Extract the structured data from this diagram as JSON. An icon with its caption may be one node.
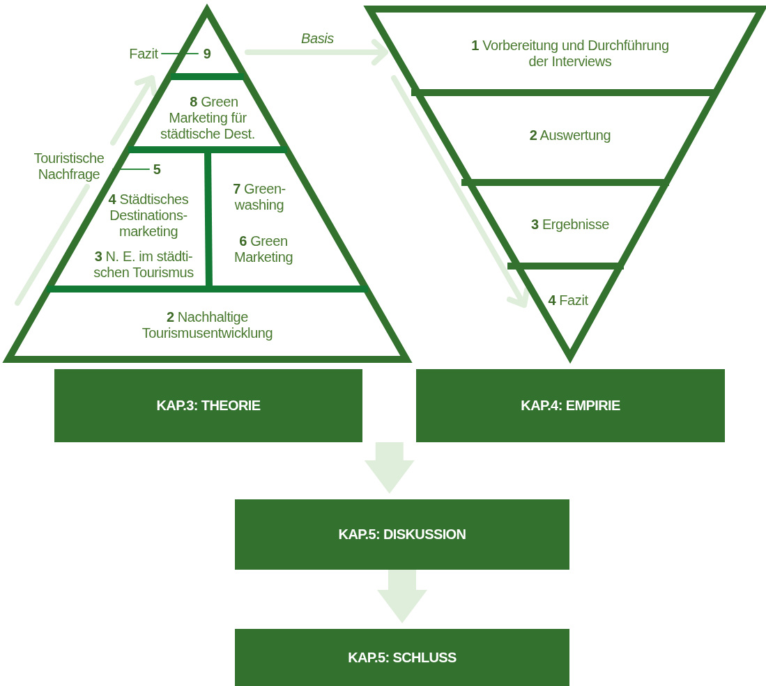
{
  "diagram": {
    "nodes": [
      {
        "text": [],
        "shape": "triangle"
      },
      {
        "text": [
          "**9**"
        ],
        "in": 0
      },
      {
        "text": [
          "**8** Green Marketing für städtische Dest."
        ],
        "in": 0
      },
      {
        "text": [
          "**5**"
        ],
        "in": 0
      },
      {
        "text": [
          "**4** Städtisches Destinations- marketing"
        ],
        "in": 0
      },
      {
        "text": [
          "**3** N. E. im städti- schen Tourismus"
        ],
        "in": 0
      },
      {
        "text": [
          "**7** Green- washing"
        ],
        "in": 0
      },
      {
        "text": [
          "**6** Green Marketing"
        ],
        "in": 0
      },
      {
        "text": [
          "**2** Nachhaltige Tourismusentwicklung"
        ],
        "in": 0
      },
      {
        "text": [
          "Fazit"
        ]
      },
      {
        "text": [
          "Touristische Nachfrage"
        ]
      },
      {
        "text": [],
        "shape": "triangle"
      },
      {
        "text": [
          "**1** Vorbereitung und Durchführung der Interviews"
        ],
        "in": 11
      },
      {
        "text": [
          "**2** Auswertung"
        ],
        "in": 11
      },
      {
        "text": [
          "**3** Ergebnisse"
        ],
        "in": 11
      },
      {
        "text": [
          "**4** Fazit"
        ],
        "in": 11
      },
      {
        "text": [
          "KAP.3: THEORIE"
        ]
      },
      {
        "text": [
          "KAP.4: EMPIRIE"
        ]
      },
      {
        "text": [
          "KAP.5: DISKUSSION"
        ]
      },
      {
        "text": [
          "KAP.5: SCHLUSS"
        ]
      }
    ],
    "edges": [
      {
        "from": 9,
        "to": 1,
        "arrow": "none",
        "color": "#2e8b3e"
      },
      {
        "from": 10,
        "to": 3,
        "arrow": "none",
        "color": "#2e8b3e"
      },
      {
        "from": 0,
        "to": 11,
        "arrow": "to",
        "label": "Basis",
        "style": "thick",
        "color": "#dfeddb"
      },
      {
        "from": 16,
        "to": 18,
        "arrow": "to",
        "style": "thick",
        "color": "#dfeddb"
      },
      {
        "from": 17,
        "to": 18,
        "arrow": "to",
        "style": "thick",
        "color": "#dfeddb"
      },
      {
        "from": 18,
        "to": 19,
        "arrow": "to",
        "style": "thick",
        "color": "#dfeddb"
      }
    ]
  }
}
